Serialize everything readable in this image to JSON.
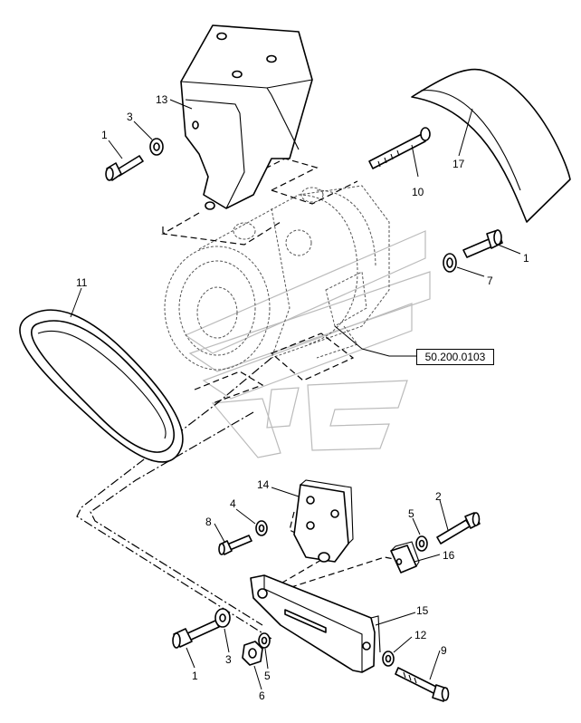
{
  "callouts": {
    "c1_top_left": "1",
    "c3_top_left": "3",
    "c13": "13",
    "c10": "10",
    "c17": "17",
    "c1_right": "1",
    "c7": "7",
    "c11": "11",
    "c14": "14",
    "c4": "4",
    "c8": "8",
    "c5_right": "5",
    "c2": "2",
    "c16": "16",
    "c15": "15",
    "c12": "12",
    "c9": "9",
    "c1_bottom": "1",
    "c3_bottom": "3",
    "c5_bottom": "5",
    "c6": "6"
  },
  "reference_box": "50.200.0103",
  "colors": {
    "line": "#000000",
    "ghost": "#555555",
    "watermark": "#bbbbbb",
    "background": "#ffffff"
  }
}
